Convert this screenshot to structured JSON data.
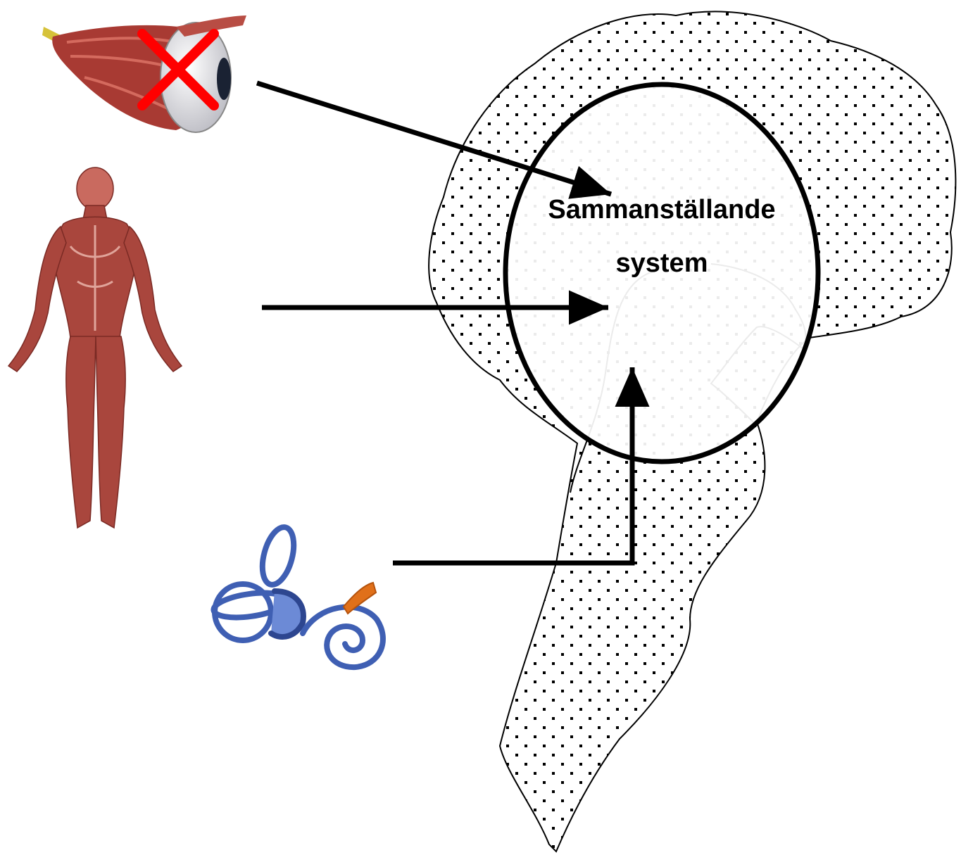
{
  "labels": {
    "line1": "Sammanställande",
    "line2": "system"
  },
  "icons": {
    "eye": "eye-muscles-icon",
    "cross": "red-x-icon",
    "body": "human-muscular-body-icon",
    "ear": "inner-ear-icon",
    "brain": "brain-stem-outline"
  },
  "colors": {
    "cross": "#ff0000",
    "arrow": "#000000",
    "muscle": "#b0443c",
    "ear": "#3f5fb3",
    "ear_accent": "#e0701a"
  }
}
